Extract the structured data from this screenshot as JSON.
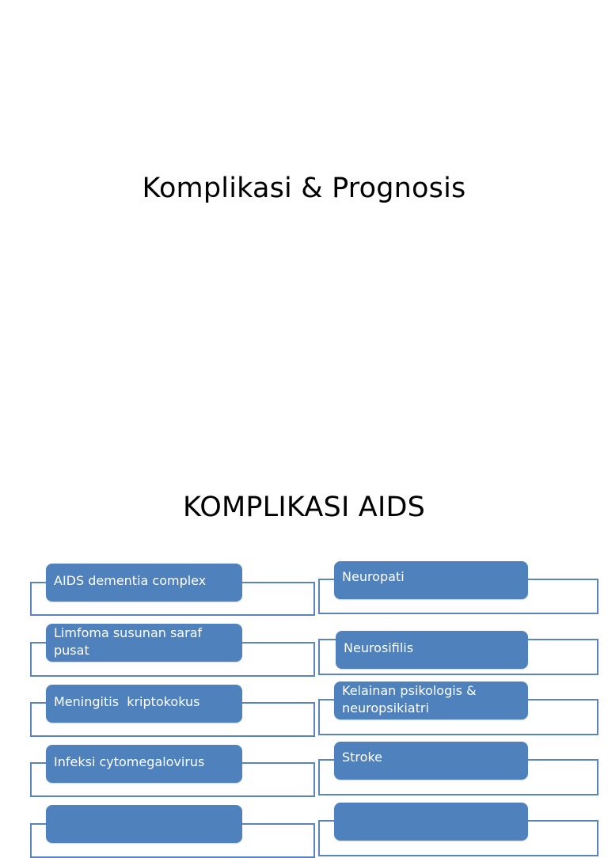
{
  "slides": [
    {
      "title": "Komplikasi & Prognosis"
    },
    {
      "title": "KOMPLIKASI AIDS",
      "left_column": [
        {
          "label": "AIDS dementia complex"
        },
        {
          "label": "Limfoma susunan saraf pusat"
        },
        {
          "label": "Meningitis  kriptokokus"
        },
        {
          "label": "Infeksi cytomegalovirus"
        },
        {
          "label": ""
        }
      ],
      "right_column": [
        {
          "label": "Neuropati"
        },
        {
          "label": "Neurosifilis"
        },
        {
          "label": "Kelainan psikologis & neuropsikiatri"
        },
        {
          "label": "Stroke"
        },
        {
          "label": ""
        }
      ]
    }
  ],
  "colors": {
    "pill_fill": "#4f81bd",
    "bracket_line": "#5a84bb",
    "pill_text": "#ffffff",
    "title_text": "#000000",
    "background": "#ffffff"
  }
}
